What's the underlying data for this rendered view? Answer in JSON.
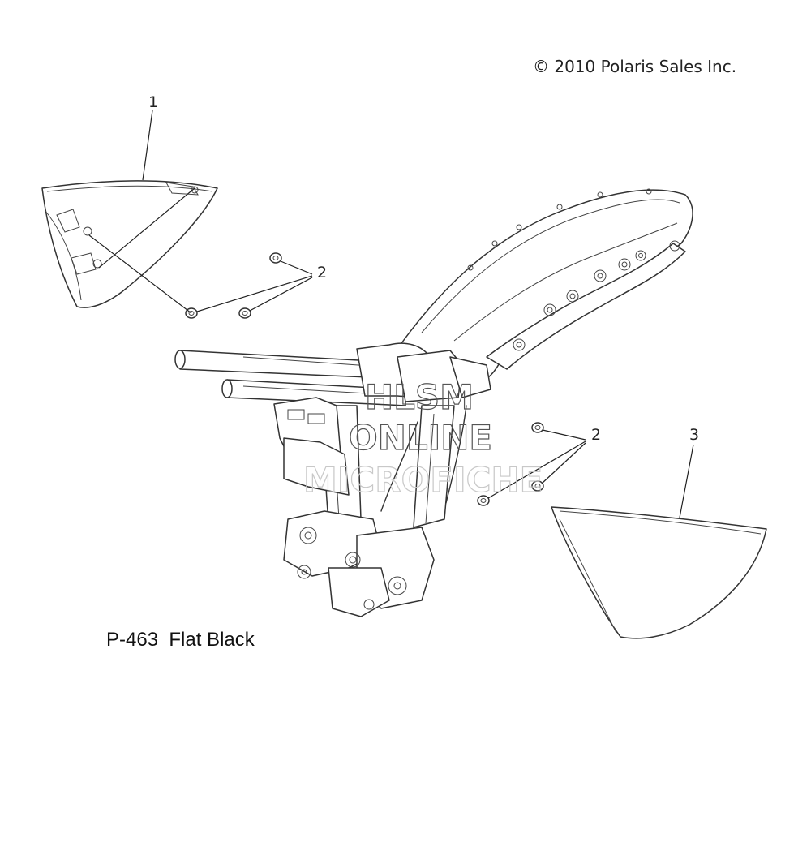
{
  "copyright": "© 2010 Polaris Sales Inc.",
  "caption": "P-463  Flat Black",
  "callouts": {
    "c1": "1",
    "c2a": "2",
    "c2b": "2",
    "c3": "3"
  },
  "watermark": {
    "line1": "HLSM",
    "line2": "ONLINE",
    "line3": "MICROFICHE"
  }
}
